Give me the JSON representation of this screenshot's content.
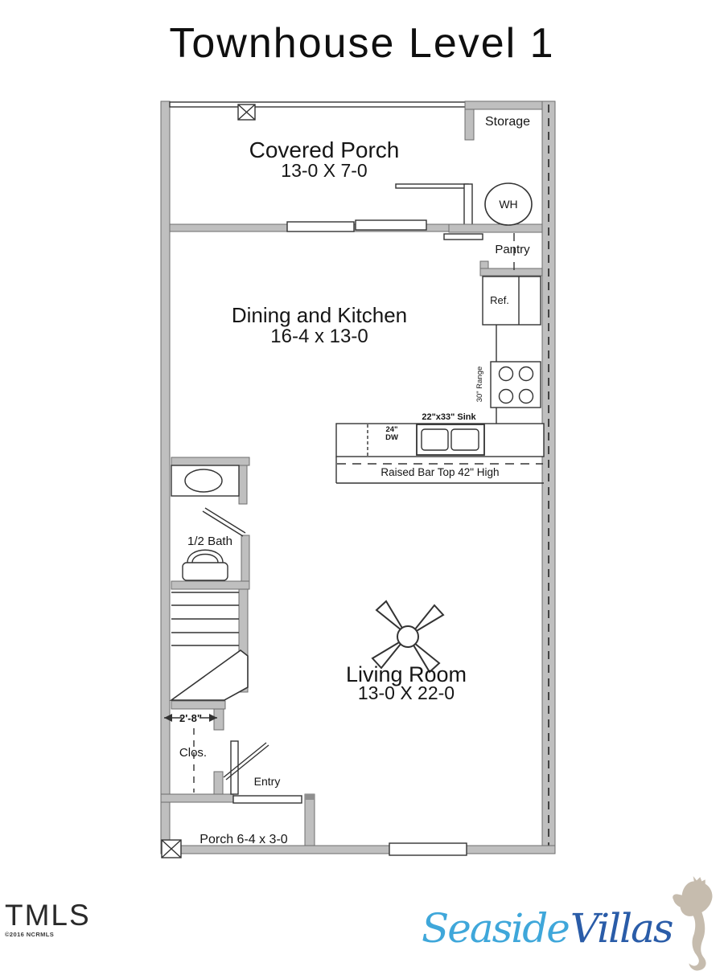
{
  "title": "Townhouse Level 1",
  "plan": {
    "rooms": {
      "covered_porch": {
        "name": "Covered Porch",
        "dims": "13-0 X 7-0"
      },
      "storage": {
        "name": "Storage"
      },
      "pantry": {
        "name": "Pantry"
      },
      "dining_kitchen": {
        "name": "Dining and Kitchen",
        "dims": "16-4 x 13-0"
      },
      "living_room": {
        "name": "Living Room",
        "dims": "13-0 X 22-0"
      },
      "half_bath": {
        "name": "1/2 Bath"
      },
      "closet": {
        "name": "Clos."
      },
      "entry": {
        "name": "Entry"
      },
      "porch": {
        "name": "Porch 6-4 x 3-0"
      }
    },
    "fixtures": {
      "water_heater": "WH",
      "refrigerator": "Ref.",
      "range": "30\" Range",
      "sink": "22\"x33\" Sink",
      "dw_line1": "24\"",
      "dw_line2": "DW",
      "raised_bar": "Raised Bar Top 42\" High"
    },
    "dimensions": {
      "closet_width": "2'-8\""
    }
  },
  "footer": {
    "mls_name": "TMLS",
    "mls_copyright": "©2016 NCRMLS",
    "brand": {
      "word1": "Seaside",
      "word2": "Villas"
    }
  },
  "colors": {
    "wall_gray": "#bfbfbf",
    "line": "#333333",
    "brand_light_blue": "#3fa7da",
    "brand_dark_blue": "#2a5ca8",
    "seahorse_tan": "#c6bcae"
  }
}
